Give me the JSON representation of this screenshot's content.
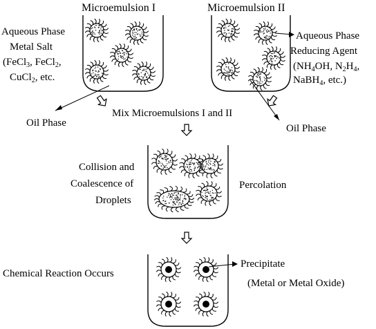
{
  "title_I": "Microemulsion I",
  "title_II": "Microemulsion II",
  "left": {
    "line1": "Aqueous Phase",
    "line2": "Metal Salt",
    "line3_a": "(FeCl",
    "line3_b": "3",
    "line3_c": ", FeCl",
    "line3_d": "2",
    "line3_e": ",",
    "line4_a": "CuCl",
    "line4_b": "2",
    "line4_c": ", etc.",
    "oil": "Oil Phase"
  },
  "right": {
    "line1": "Aqueous Phase",
    "line2": "Reducing Agent",
    "line3_a": "(NH",
    "line3_b": "4",
    "line3_c": "OH, N",
    "line3_d": "2",
    "line3_e": "H",
    "line3_f": "4",
    "line3_g": ",",
    "line4": "NaBH",
    "line4_sub": "4",
    "line4_end": ", etc.)",
    "oil": "Oil Phase"
  },
  "mix": "Mix Microemulsions I and II",
  "collision": {
    "line1": "Collision and",
    "line2": "Coalescence of",
    "line3": "Droplets"
  },
  "percolation": "Percolation",
  "reaction": "Chemical Reaction Occurs",
  "precipitate": "Precipitate",
  "precipitate_note": "(Metal or Metal Oxide)",
  "arrow_glyph": "⇩"
}
